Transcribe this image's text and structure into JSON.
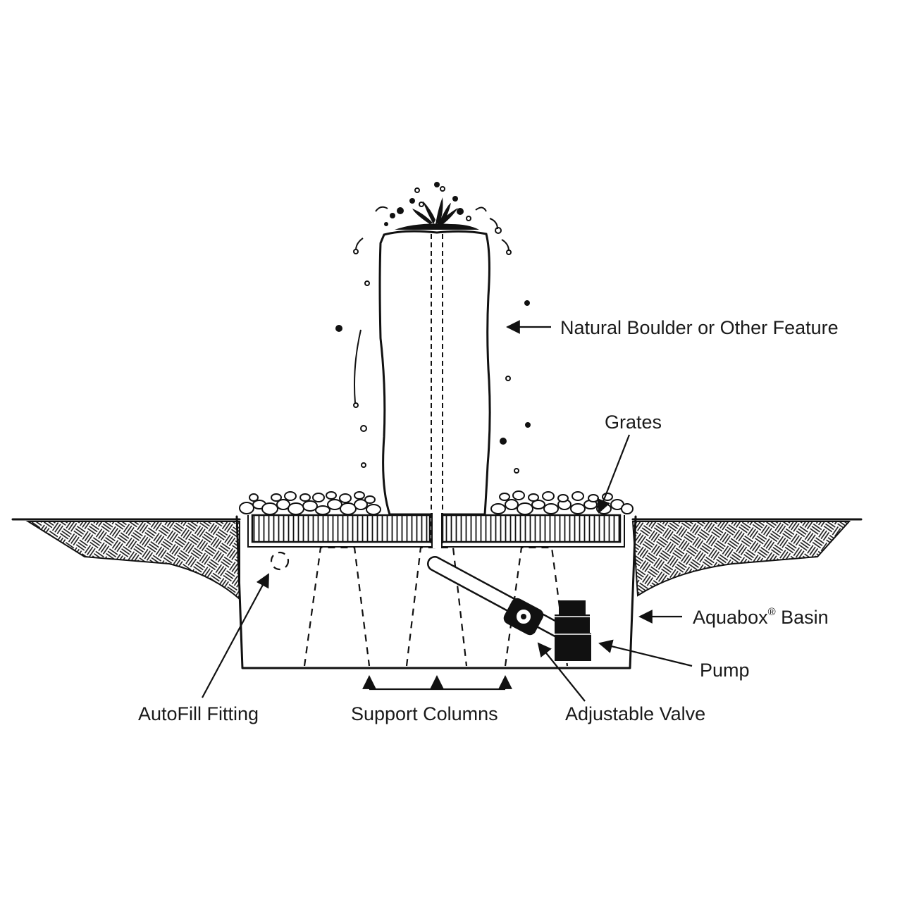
{
  "labels": {
    "boulder": "Natural Boulder or Other Feature",
    "grates": "Grates",
    "basin_name": "Aquabox",
    "basin_sup": "®",
    "basin_suffix": " Basin",
    "pump": "Pump",
    "valve": "Adjustable Valve",
    "columns": "Support Columns",
    "autofill": "AutoFill Fitting"
  },
  "colors": {
    "ink": "#111111",
    "background": "#ffffff"
  }
}
